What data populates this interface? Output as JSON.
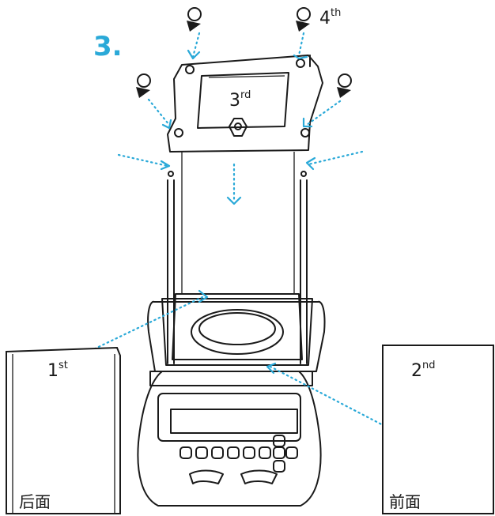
{
  "step_number": "3.",
  "labels": {
    "first": {
      "main": "1",
      "sup": "st"
    },
    "second": {
      "main": "2",
      "sup": "nd"
    },
    "third": {
      "main": "3",
      "sup": "rd"
    },
    "fourth": {
      "main": "4",
      "sup": "th"
    }
  },
  "panels": {
    "back_caption": "后面",
    "front_caption": "前面"
  },
  "colors": {
    "arrow": "#2aa9d8",
    "step_number": "#2aa9d8",
    "ink": "#1a1a1a"
  }
}
